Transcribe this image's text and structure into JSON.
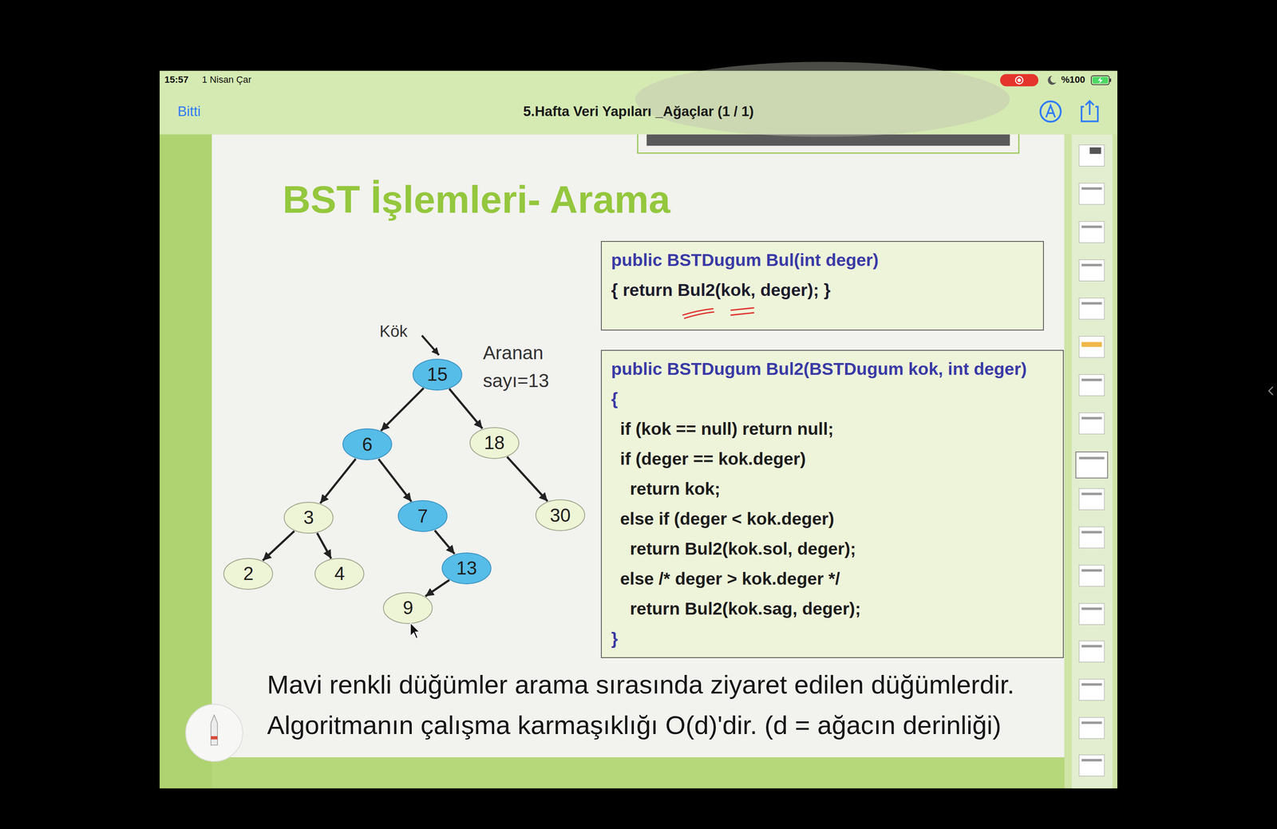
{
  "diagram": {
    "title": "BST İşlemleri- Arama",
    "caption": "Mavi renkli düğümler arama sırasında ziyaret edilen düğümlerdir.",
    "nodes": [
      {
        "text": [
          "15"
        ]
      },
      {
        "text": [
          "6"
        ]
      },
      {
        "text": [
          "18"
        ]
      },
      {
        "text": [
          "3"
        ]
      },
      {
        "text": [
          "7"
        ]
      },
      {
        "text": [
          "30"
        ]
      },
      {
        "text": [
          "2"
        ]
      },
      {
        "text": [
          "4"
        ]
      },
      {
        "text": [
          "13"
        ]
      },
      {
        "text": [
          "9"
        ]
      },
      {
        "text": [
          "public BSTDugum Bul(int deger)",
          "{ return Bul2(kok, deger); }"
        ]
      },
      {
        "text": [
          "public BSTDugum Bul2(BSTDugum kok, int deger)",
          "{",
          "if (kok == null) return null;",
          "if (deger == kok.deger)",
          "return kok;",
          "else if (deger < kok.deger)",
          "return Bul2(kok.sol, deger);",
          "else /* deger > kok.deger */",
          "return Bul2(kok.sag, deger);",
          "}"
        ]
      }
    ],
    "edges": [
      {
        "from": 0,
        "to": 1,
        "arrow": "to"
      },
      {
        "from": 0,
        "to": 2,
        "arrow": "to"
      },
      {
        "from": 1,
        "to": 3,
        "arrow": "to"
      },
      {
        "from": 1,
        "to": 4,
        "arrow": "to"
      },
      {
        "from": 2,
        "to": 5,
        "arrow": "to"
      },
      {
        "from": 3,
        "to": 6,
        "arrow": "to"
      },
      {
        "from": 3,
        "to": 7,
        "arrow": "to"
      },
      {
        "from": 4,
        "to": 8,
        "arrow": "to"
      },
      {
        "from": 8,
        "to": 9,
        "arrow": "to"
      }
    ],
    "labels": [
      "15:57",
      "1 Nisan Çar",
      "%100",
      "Bitti",
      "5.Hafta Veri Yapıları _Ağaçlar (1 / 1)",
      "Kök",
      "Aranan sayı=13",
      "Algoritmanın çalışma karmaşıklığı O(d)'dir. (d = ağacın derinliği)"
    ]
  }
}
